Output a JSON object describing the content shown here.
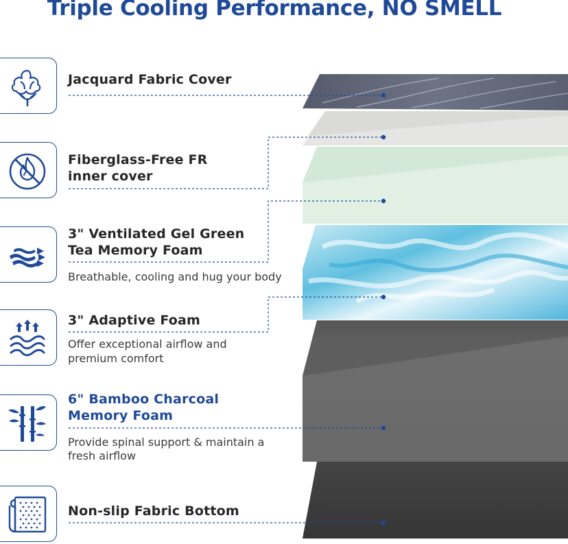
{
  "title": "Triple Cooling Performance, NO SMELL",
  "layers": [
    {
      "icon": "cotton-icon",
      "heading_lines": [
        "Jacquard Fabric Cover"
      ],
      "description_lines": []
    },
    {
      "icon": "no-fire-icon",
      "heading_lines": [
        "Fiberglass-Free FR",
        "inner cover"
      ],
      "description_lines": []
    },
    {
      "icon": "airflow-icon",
      "heading_lines": [
        "3\" Ventilated Gel Green",
        "Tea Memory Foam"
      ],
      "description_lines": [
        "Breathable, cooling and hug your body"
      ]
    },
    {
      "icon": "heat-wave-icon",
      "heading_lines": [
        "3\" Adaptive Foam"
      ],
      "description_lines": [
        "Offer exceptional airflow and",
        "premium comfort"
      ]
    },
    {
      "icon": "bamboo-icon",
      "heading_lines": [
        "6\" Bamboo Charcoal",
        "Memory Foam"
      ],
      "description_lines": [
        "Provide spinal support & maintain a",
        "fresh airflow"
      ],
      "highlight": true
    },
    {
      "icon": "non-slip-fabric-icon",
      "heading_lines": [
        "Non-slip Fabric Bottom"
      ],
      "description_lines": []
    }
  ],
  "colors": {
    "brand_blue": "#1f4a98",
    "text": "#262626",
    "cover_gray": "#5d6374",
    "inner_cover": "#e6e6e4",
    "green_tea_foam": "#e4f1e6",
    "gel_foam": "#7cc9e1",
    "charcoal_foam": "#6a6a6a",
    "bottom_fabric": "#3b3b3b"
  }
}
